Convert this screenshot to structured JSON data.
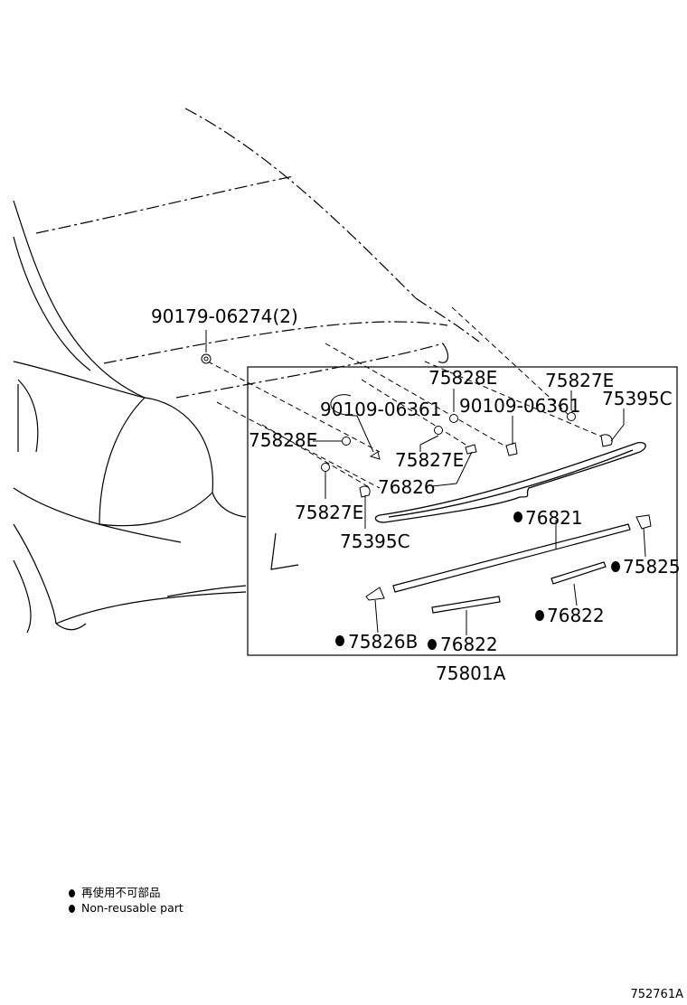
{
  "callouts": {
    "c1": "90179-06274(2)",
    "c2": "75828E",
    "c3": "75827E",
    "c4": "75395C",
    "c5": "90109-06361",
    "c6": "90109-06361",
    "c7": "75828E",
    "c8": "75827E",
    "c9": "76826",
    "c10": "75827E",
    "c11": "75395C",
    "c12": "76821",
    "c13": "75825",
    "c14": "76822",
    "c15": "75826B",
    "c16": "76822",
    "c17": "75801A"
  },
  "legend": {
    "line1": "再使用不可部品",
    "line2": "Non-reusable part"
  },
  "diagram_code": "752761A"
}
